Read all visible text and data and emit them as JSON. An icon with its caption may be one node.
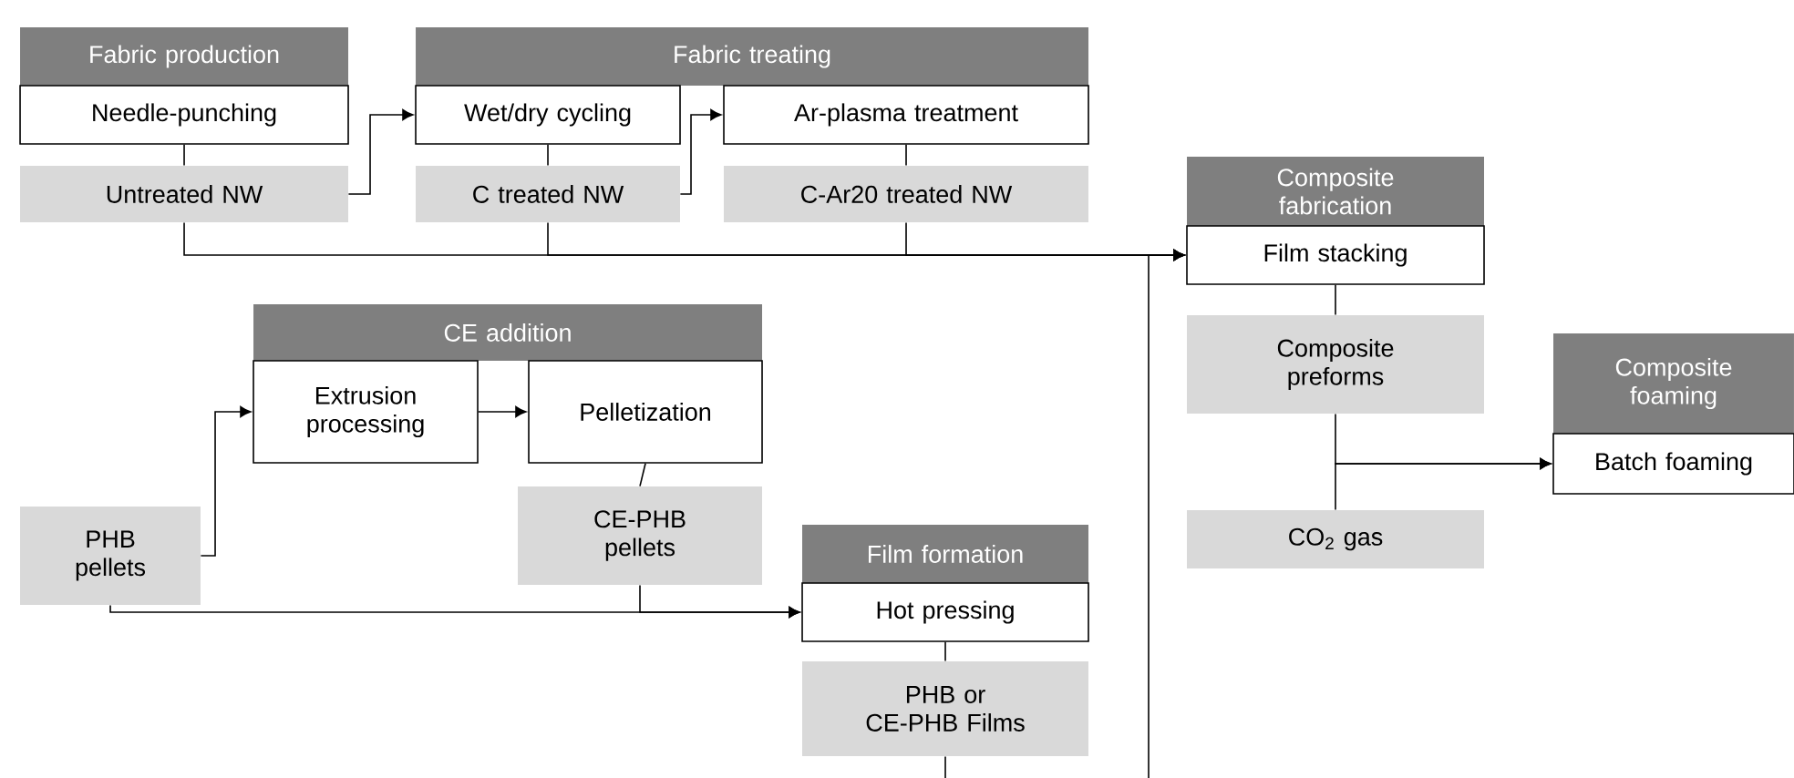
{
  "diagram": {
    "nodes": [
      {
        "text": [
          "Fabric production"
        ]
      },
      {
        "text": [
          "Needle-punching"
        ]
      },
      {
        "text": [
          "Untreated NW"
        ]
      },
      {
        "text": [
          "Fabric treating"
        ]
      },
      {
        "text": [
          "Wet/dry cycling"
        ]
      },
      {
        "text": [
          "C treated NW"
        ]
      },
      {
        "text": [
          "Ar-plasma treatment"
        ]
      },
      {
        "text": [
          "C-Ar20 treated NW"
        ]
      },
      {
        "text": [
          "CE addition"
        ]
      },
      {
        "text": [
          "Extrusion processing"
        ]
      },
      {
        "text": [
          "Pelletization"
        ]
      },
      {
        "text": [
          "PHB pellets"
        ]
      },
      {
        "text": [
          "CE-PHB pellets"
        ]
      },
      {
        "text": [
          "Film formation"
        ]
      },
      {
        "text": [
          "Hot pressing"
        ]
      },
      {
        "text": [
          "PHB or CE-PHB Films"
        ]
      },
      {
        "text": [
          "Composite fabrication"
        ]
      },
      {
        "text": [
          "Film stacking"
        ]
      },
      {
        "text": [
          "Composite preforms"
        ]
      },
      {
        "text": [
          "Composite foaming"
        ]
      },
      {
        "text": [
          "Batch foaming"
        ]
      },
      {
        "text": [
          "CO$_{2}$ gas"
        ]
      }
    ],
    "edges": [
      {
        "from": 1,
        "to": 2,
        "arrow": "none"
      },
      {
        "from": 2,
        "to": 4,
        "arrow": "to"
      },
      {
        "from": 4,
        "to": 5,
        "arrow": "none"
      },
      {
        "from": 5,
        "to": 6,
        "arrow": "to"
      },
      {
        "from": 6,
        "to": 7,
        "arrow": "none"
      },
      {
        "from": 2,
        "to": 17,
        "arrow": "to"
      },
      {
        "from": 5,
        "to": 17,
        "arrow": "to"
      },
      {
        "from": 7,
        "to": 17,
        "arrow": "to"
      },
      {
        "from": 11,
        "to": 9,
        "arrow": "to"
      },
      {
        "from": 9,
        "to": 10,
        "arrow": "to"
      },
      {
        "from": 10,
        "to": 12,
        "arrow": "none"
      },
      {
        "from": 11,
        "to": 14,
        "arrow": "to"
      },
      {
        "from": 12,
        "to": 14,
        "arrow": "to"
      },
      {
        "from": 14,
        "to": 15,
        "arrow": "none"
      },
      {
        "from": 15,
        "to": 17,
        "arrow": "to"
      },
      {
        "from": 17,
        "to": 18,
        "arrow": "none"
      },
      {
        "from": 18,
        "to": 20,
        "arrow": "to"
      },
      {
        "from": 21,
        "to": 20,
        "arrow": "to"
      }
    ]
  }
}
